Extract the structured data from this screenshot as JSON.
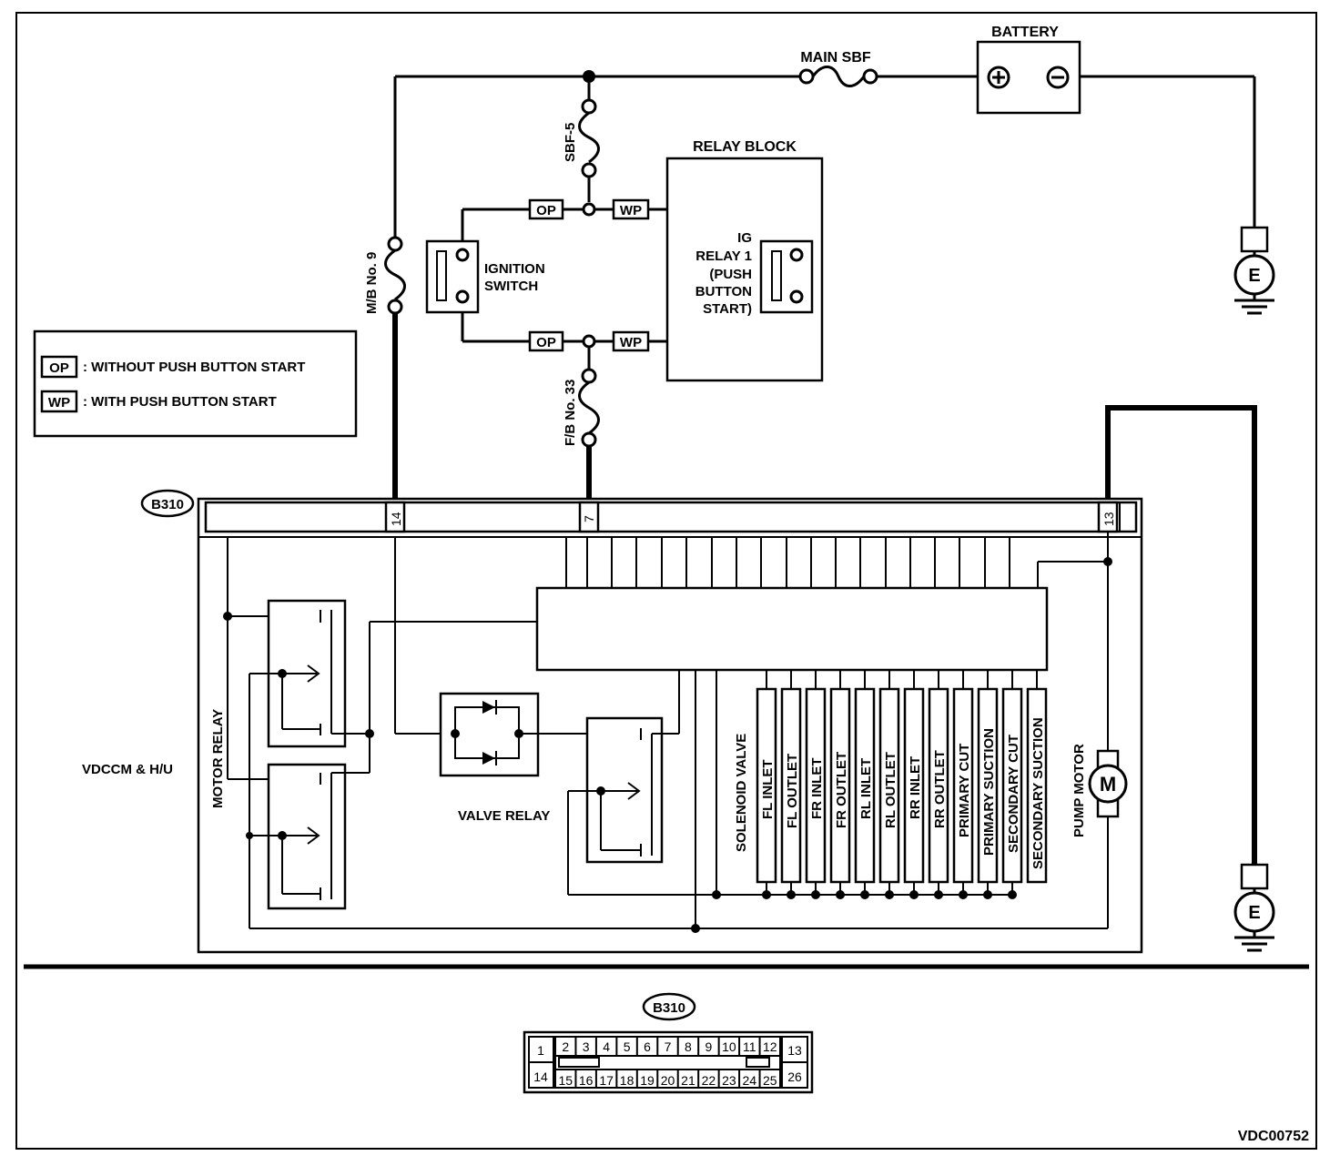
{
  "diagram_id": "VDC00752",
  "connector": "B310",
  "power": {
    "battery": "BATTERY",
    "battery_plus": "⊕",
    "battery_minus": "⊖",
    "main_fuse": "MAIN SBF",
    "sbf5": "SBF-5",
    "mb9": "M/B No. 9",
    "fb33": "F/B No. 33",
    "ground_symbol": "E"
  },
  "relay_block": {
    "title": "RELAY BLOCK",
    "ig_relay_lines": [
      "IG",
      "RELAY 1",
      "(PUSH",
      "BUTTON",
      "START)"
    ]
  },
  "ignition_switch": {
    "lines": [
      "IGNITION",
      "SWITCH"
    ]
  },
  "tags": {
    "op": "OP",
    "wp": "WP"
  },
  "legend": {
    "items": [
      {
        "tag": "OP",
        "text": ": WITHOUT PUSH BUTTON START"
      },
      {
        "tag": "WP",
        "text": ": WITH PUSH BUTTON START"
      }
    ]
  },
  "module": {
    "name": "VDCCM & H/U",
    "pins": [
      "14",
      "7",
      "13"
    ],
    "motor_relay": "MOTOR RELAY",
    "valve_relay": "VALVE RELAY",
    "solenoid_valve": "SOLENOID VALVE",
    "solenoids": [
      "FL INLET",
      "FL OUTLET",
      "FR INLET",
      "FR OUTLET",
      "RL INLET",
      "RL OUTLET",
      "RR INLET",
      "RR OUTLET",
      "PRIMARY CUT",
      "PRIMARY SUCTION",
      "SECONDARY CUT",
      "SECONDARY SUCTION"
    ],
    "pump_motor": "PUMP MOTOR",
    "motor_symbol": "M"
  },
  "connector_face": {
    "label": "B310",
    "top_row": [
      "1",
      "2",
      "3",
      "4",
      "5",
      "6",
      "7",
      "8",
      "9",
      "10",
      "11",
      "12",
      "13"
    ],
    "bottom_row": [
      "14",
      "15",
      "16",
      "17",
      "18",
      "19",
      "20",
      "21",
      "22",
      "23",
      "24",
      "25",
      "26"
    ]
  }
}
